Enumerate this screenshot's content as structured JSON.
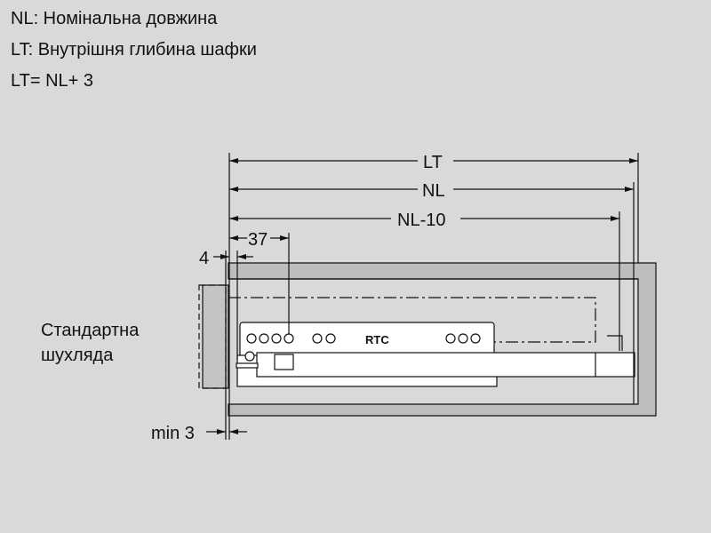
{
  "legend": {
    "line1": "NL: Номінальна довжина",
    "line2": "LT:  Внутрішня глибина шафки",
    "line3": "LT= NL+ 3"
  },
  "dimensions": {
    "lt": "LT",
    "nl": "NL",
    "nl10": "NL-10",
    "d37": "37",
    "d4": "4",
    "min3": "min 3"
  },
  "drawer_label": {
    "line1": "Стандартна",
    "line2": "шухляда"
  },
  "slide_logo": "RTC",
  "colors": {
    "background": "#d9d9d9",
    "cabinet": "#bdbdbd",
    "front": "#c4c4c4"
  }
}
